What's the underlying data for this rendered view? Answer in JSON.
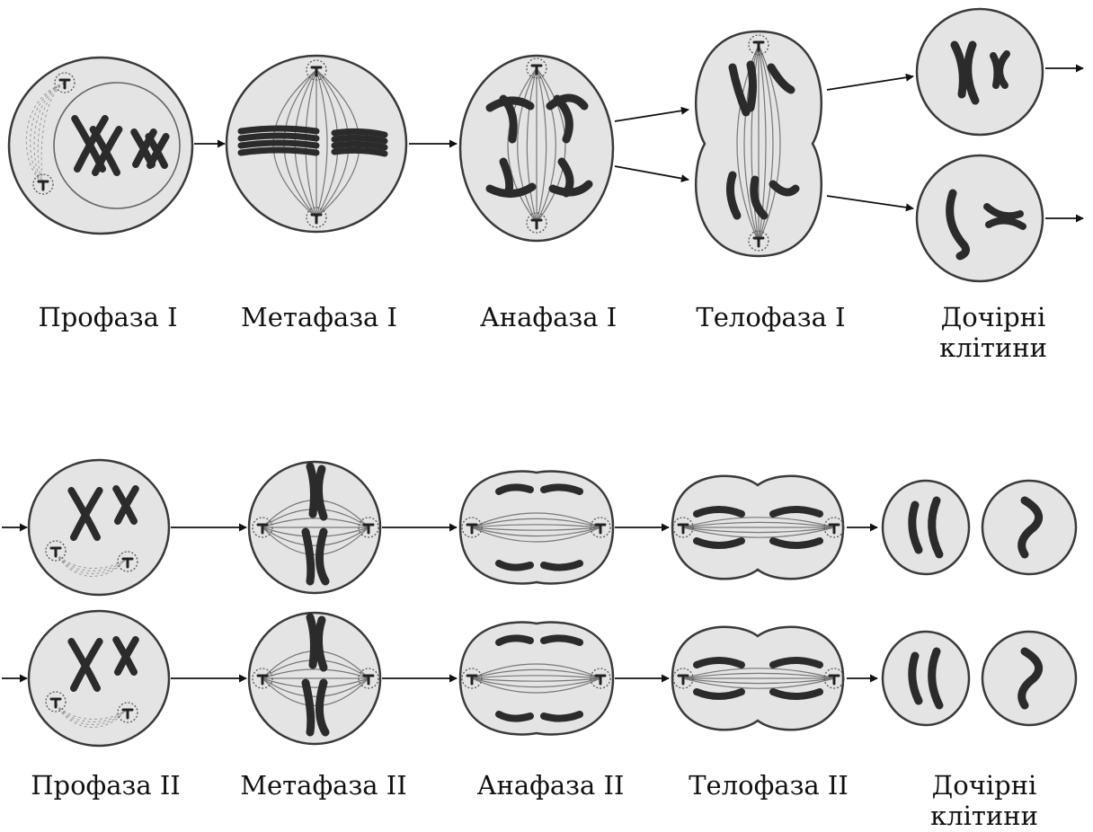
{
  "meiosis_1": {
    "labels": {
      "prophase": "Профаза I",
      "metaphase": "Метафаза I",
      "anaphase": "Анафаза I",
      "telophase": "Телофаза I",
      "daughters": "Дочірні\nклітини"
    }
  },
  "meiosis_2": {
    "labels": {
      "prophase": "Профаза II",
      "metaphase": "Метафаза II",
      "anaphase": "Анафаза II",
      "telophase": "Телофаза II",
      "daughters": "Дочірні\nклітини"
    }
  },
  "colors": {
    "cell_fill": "#e4e4e4",
    "outline": "#3a3a3a",
    "chromosome": "#2b2b2b",
    "spindle": "#777777"
  }
}
